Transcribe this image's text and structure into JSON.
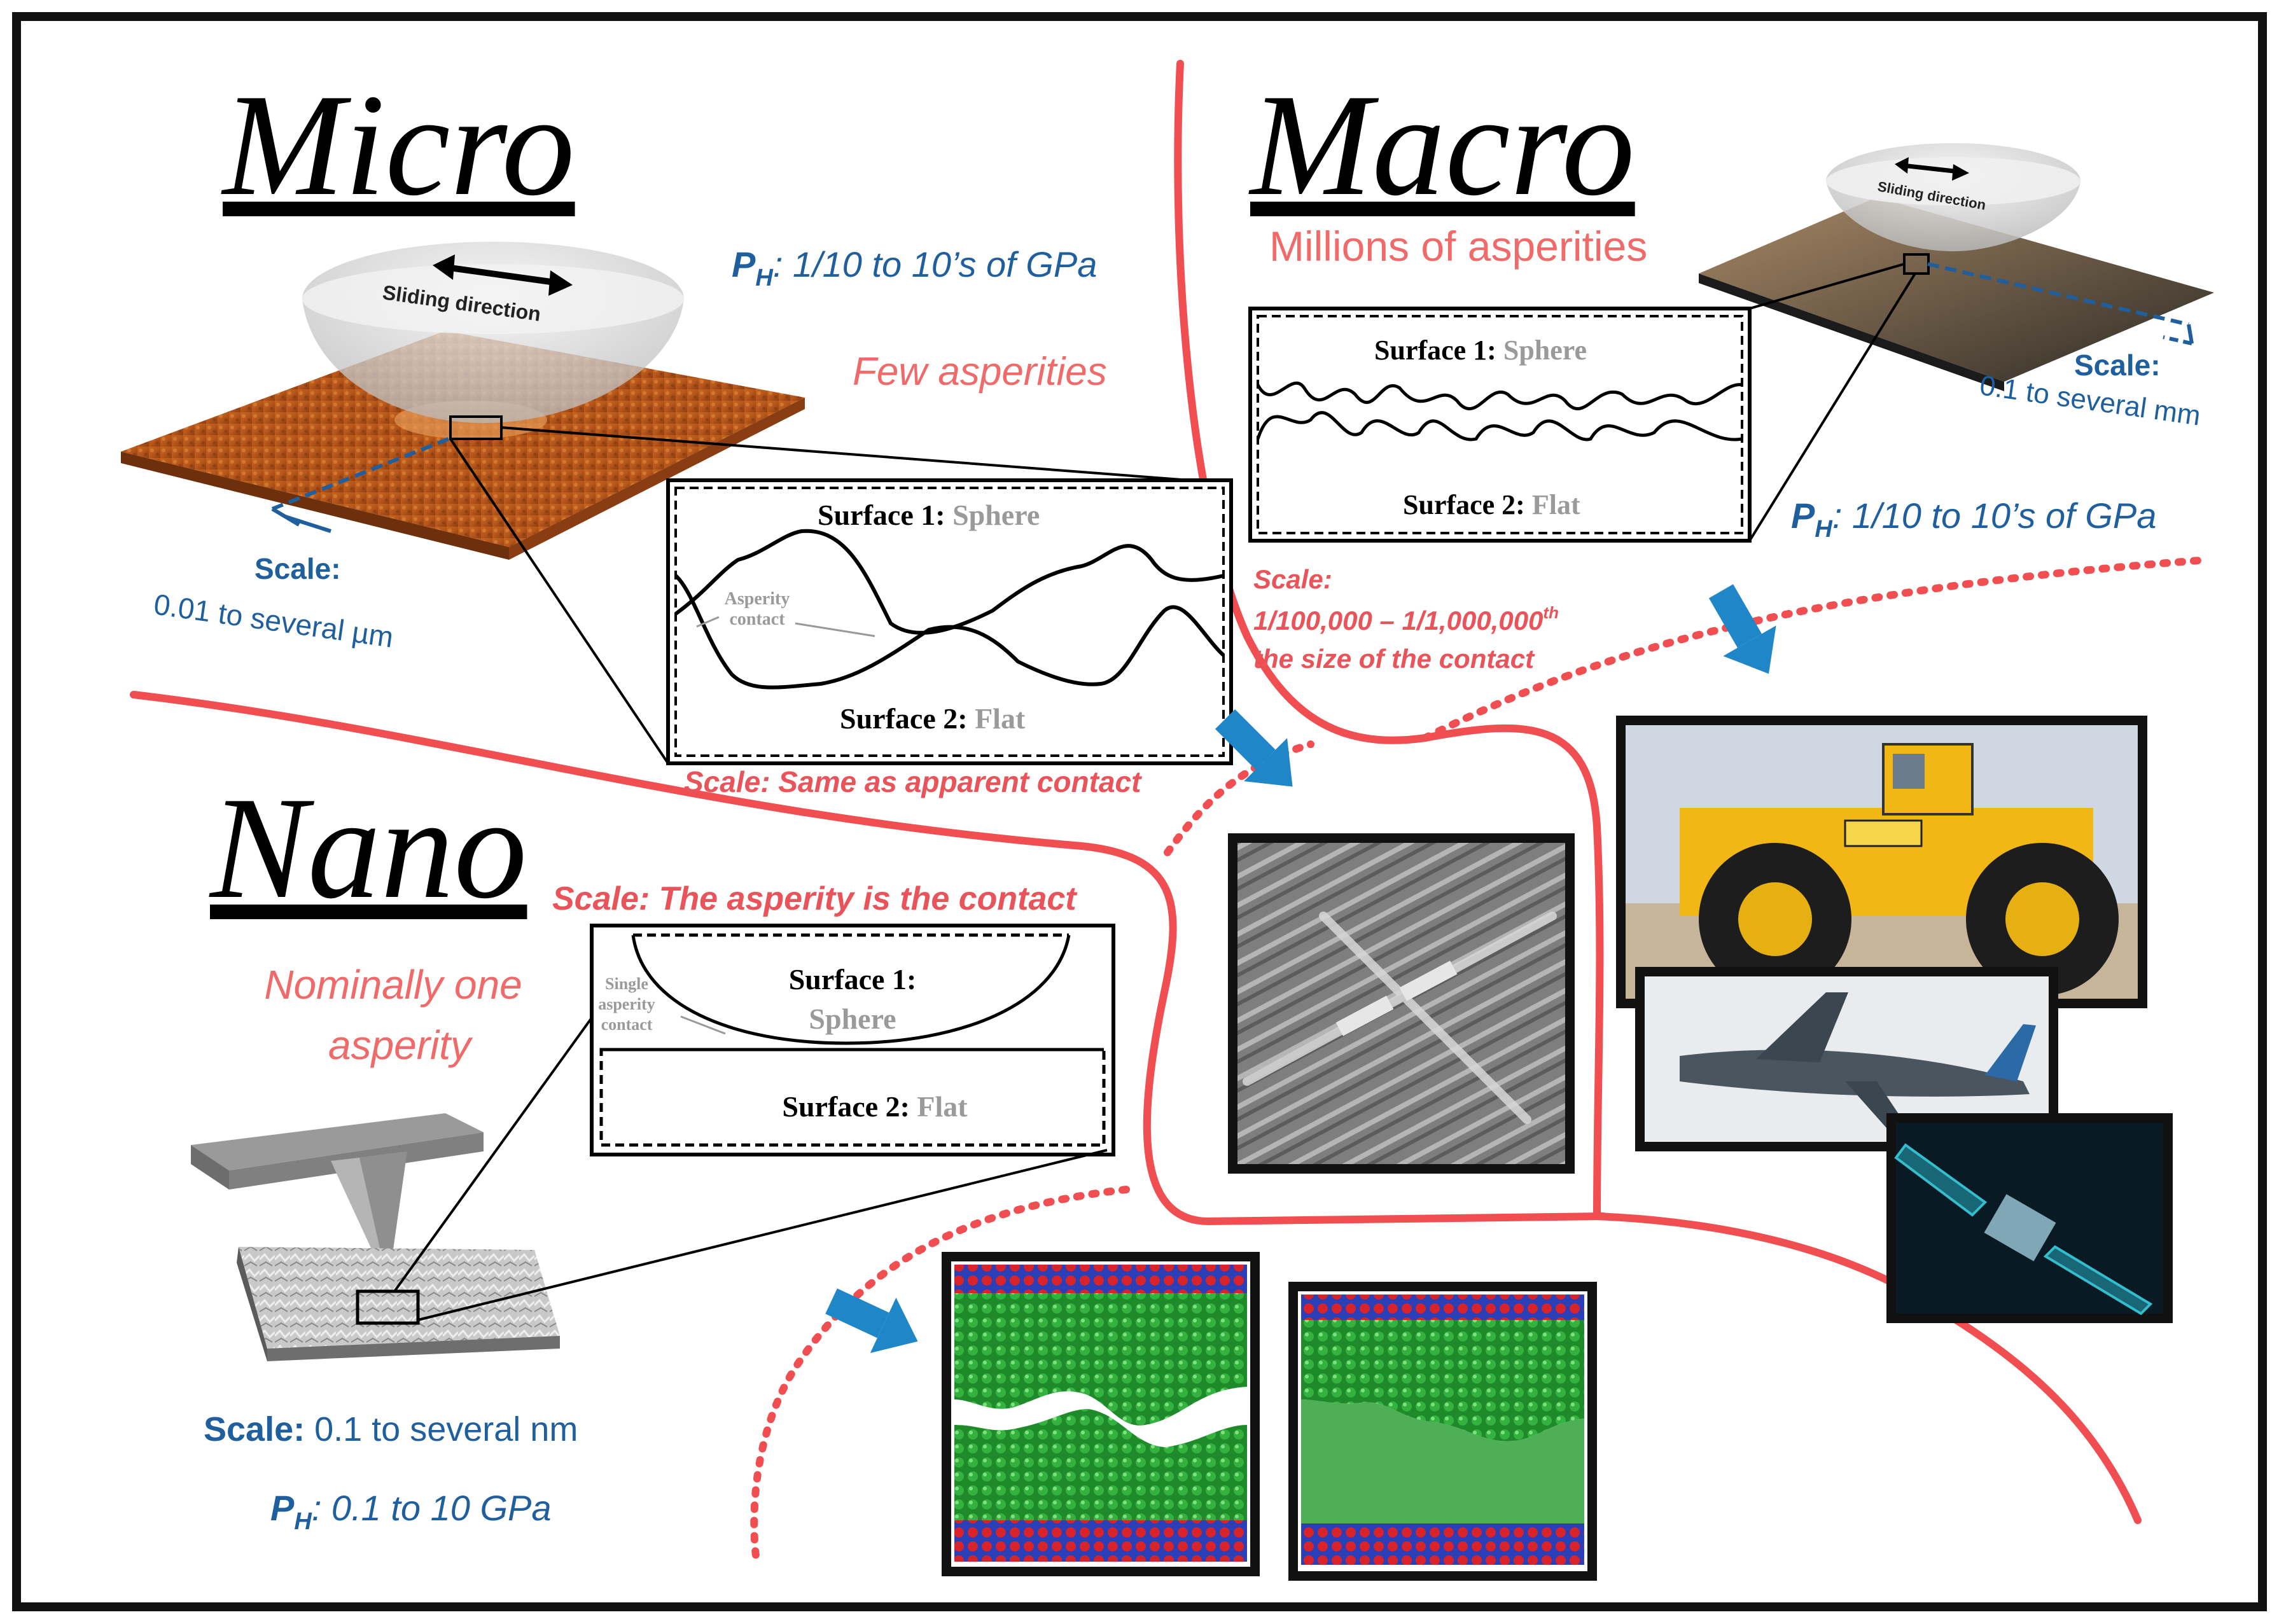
{
  "titles": {
    "micro": "Micro",
    "macro": "Macro",
    "nano": "Nano"
  },
  "micro": {
    "sliding_label": "Sliding direction",
    "pressure_prefix": "P",
    "pressure_sub": "H",
    "pressure_value": ": 1/10 to 10’s of GPa",
    "asperities": "Few asperities",
    "scale_label": "Scale:",
    "scale_value": "0.01 to several µm",
    "diagram": {
      "surface1_label": "Surface 1:",
      "surface1_value": "Sphere",
      "surface2_label": "Surface 2:",
      "surface2_value": "Flat",
      "contact_line1": "Asperity",
      "contact_line2": "contact"
    },
    "scale_note": "Scale: Same as apparent contact"
  },
  "macro": {
    "sliding_label": "Sliding direction",
    "asperities": "Millions of asperities",
    "diagram": {
      "surface1_label": "Surface 1:",
      "surface1_value": "Sphere",
      "surface2_label": "Surface 2:",
      "surface2_value": "Flat"
    },
    "scale_label": "Scale:",
    "scale_value": "0.1 to several mm",
    "pressure_prefix": "P",
    "pressure_sub": "H",
    "pressure_value": ": 1/10 to 10’s of GPa",
    "scale_note_line1": "Scale:",
    "scale_note_line2": "1/100,000 – 1/1,000,000",
    "scale_note_sup": "th",
    "scale_note_line3": "the size of the contact"
  },
  "nano": {
    "scale_note": "Scale: The asperity is the contact",
    "asperities_line1": "Nominally one",
    "asperities_line2": "asperity",
    "diagram": {
      "surface1_label": "Surface 1:",
      "surface1_value": "Sphere",
      "surface2_label": "Surface 2:",
      "surface2_value": "Flat",
      "contact_line1": "Single",
      "contact_line2": "asperity",
      "contact_line3": "contact"
    },
    "scale_label": "Scale:",
    "scale_value": " 0.1 to several nm",
    "pressure_prefix": "P",
    "pressure_sub": "H",
    "pressure_value": ": 0.1 to 10 GPa"
  },
  "colors": {
    "boundary": "#f04e50",
    "arrow": "#1f86c8",
    "blue_text": "#1f5f9e",
    "red_text": "#f06a6a"
  }
}
